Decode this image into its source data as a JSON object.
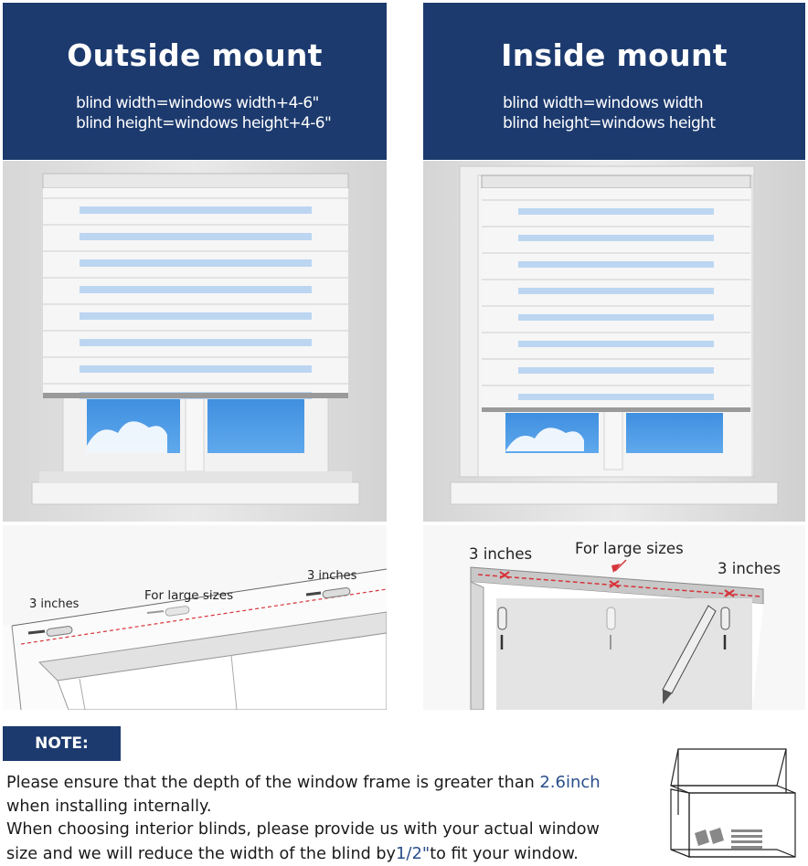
{
  "panels": [
    {
      "title": "Outside mount",
      "width_rule": "blind width=windows width+4-6\"",
      "height_rule": "blind height=windows height+4-6\"",
      "diagram": {
        "left_label": "3 inches",
        "center_label": "For large sizes",
        "right_label": "3 inches"
      }
    },
    {
      "title": "Inside mount",
      "width_rule": "blind width=windows width",
      "height_rule": "blind height=windows height",
      "diagram": {
        "left_label": "3 inches",
        "center_label": "For large sizes",
        "right_label": "3 inches"
      }
    }
  ],
  "note": {
    "badge": "NOTE:",
    "line1_text": "Please ensure that the depth of the window frame is greater than ",
    "line1_value": "2.6inch",
    "line2_text": "when installing internally.",
    "line3_text": "When choosing interior blinds, please provide us with your actual window",
    "line4_text": "size and we will reduce the width of the blind by",
    "line4_value": "1/2\"",
    "line4_suffix": "to fit your window."
  },
  "colors": {
    "header_bg": "#1c3a6e",
    "header_text": "#ffffff",
    "mark_red": "#d6343a"
  }
}
